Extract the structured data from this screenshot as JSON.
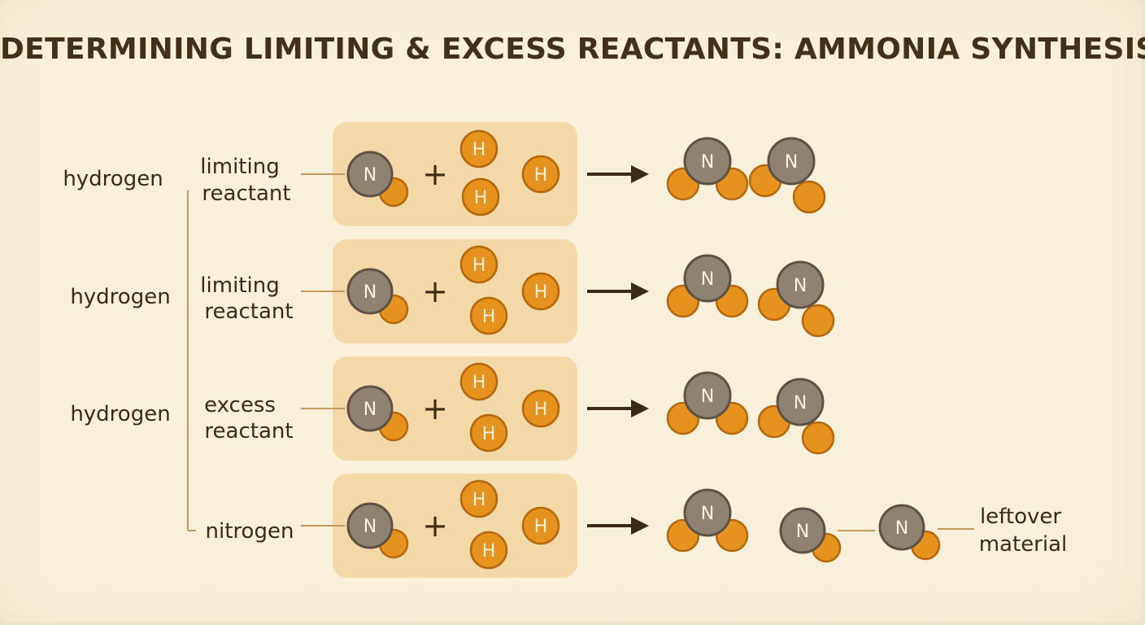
{
  "title": "DETERMINING LIMITING & EXCESS REACTANTS: AMMONIA SYNTHESIS",
  "colors": {
    "background": "#f8f0db",
    "panel": "#f3d9a7",
    "nitrogen_fill": "#8f8273",
    "hydrogen_fill": "#e6921f",
    "text": "#3b2a18"
  },
  "atoms": {
    "nitrogen": "N",
    "hydrogen": "H"
  },
  "symbols": {
    "plus": "+"
  },
  "rows": [
    {
      "reactant": "hydrogen",
      "role_line1": "limiting",
      "role_line2": "reactant"
    },
    {
      "reactant": "hydrogen",
      "role_line1": "limiting",
      "role_line2": "reactant"
    },
    {
      "reactant": "hydrogen",
      "role_line1": "excess",
      "role_line2": "reactant"
    },
    {
      "reactant": "",
      "role_line1": "nitrogen",
      "role_line2": ""
    }
  ],
  "leftover": {
    "line1": "leftover",
    "line2": "material"
  }
}
